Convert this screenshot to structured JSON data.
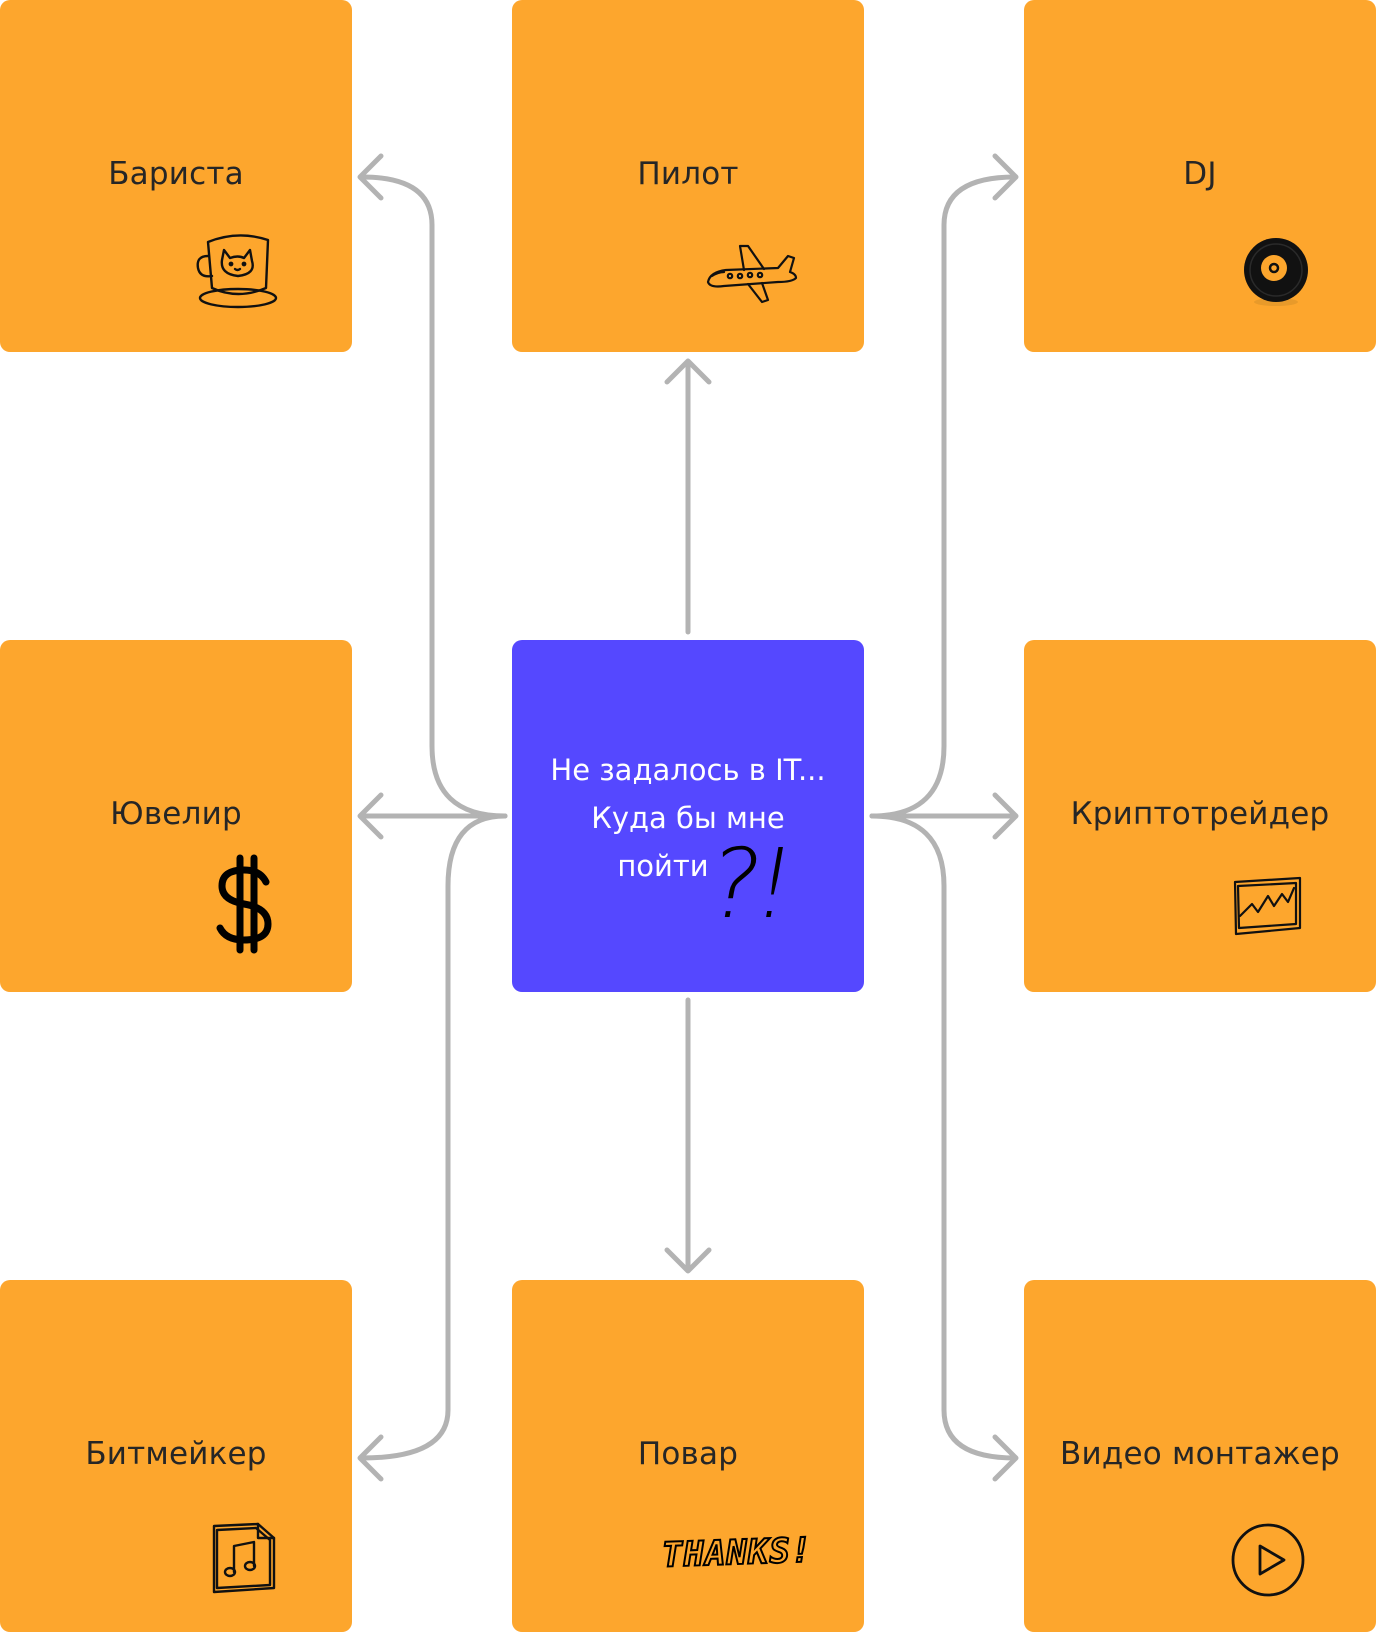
{
  "center": {
    "lines": [
      "Не задалось в IT...",
      "Куда бы мне",
      "пойти"
    ],
    "sticker": "?!"
  },
  "cards": {
    "barista": "Бариста",
    "pilot": "Пилот",
    "dj": "DJ",
    "jeweler": "Ювелир",
    "crypto": "Криптотрейдер",
    "beatmaker": "Битмейкер",
    "cook": "Повар",
    "video": "Видео монтажер"
  },
  "stickers": {
    "dollar": "$",
    "thanks": "THANKS!"
  },
  "colors": {
    "card": "#fda62d",
    "center": "#5548ff",
    "arrow": "#b3b3b3"
  }
}
